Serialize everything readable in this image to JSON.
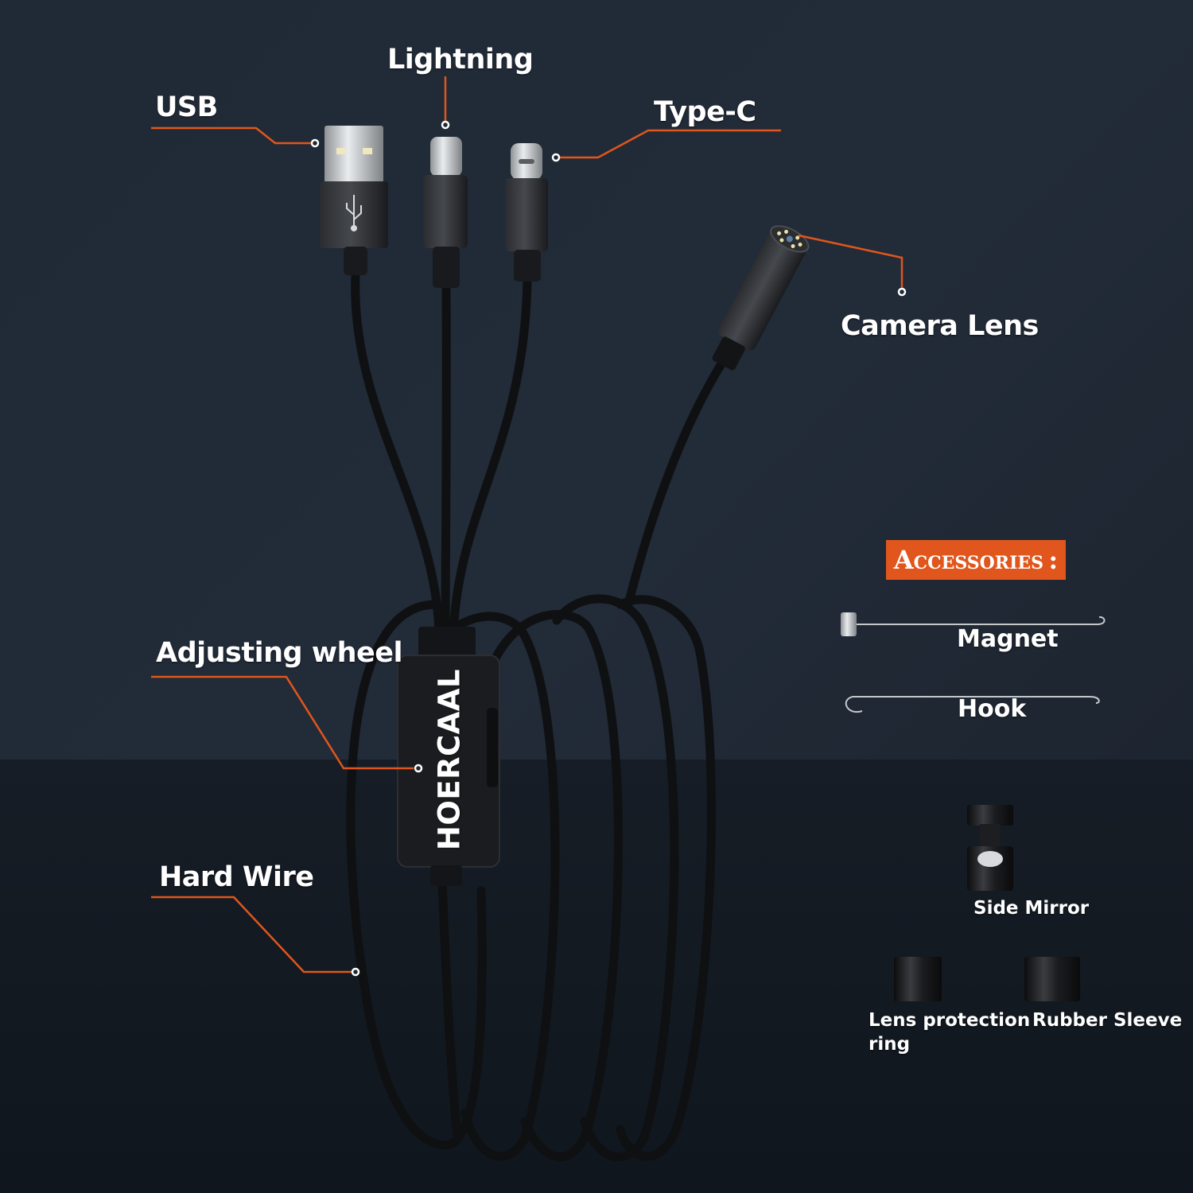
{
  "labels": {
    "usb": "USB",
    "lightning": "Lightning",
    "type_c": "Type-C",
    "camera_lens": "Camera Lens",
    "adjusting_wheel": "Adjusting wheel",
    "hard_wire": "Hard Wire"
  },
  "brand": "HOERCAAL",
  "accessories": {
    "heading": "Accessories :",
    "magnet": "Magnet",
    "hook": "Hook",
    "side_mirror": "Side Mirror",
    "lens_ring_line1": "Lens protection",
    "lens_ring_line2": "ring",
    "rubber_sleeve": "Rubber Sleeve"
  },
  "colors": {
    "accent": "#e0561c",
    "background_top": "#1e2734",
    "background_bottom": "#141b24",
    "cable": "#0f1012"
  }
}
